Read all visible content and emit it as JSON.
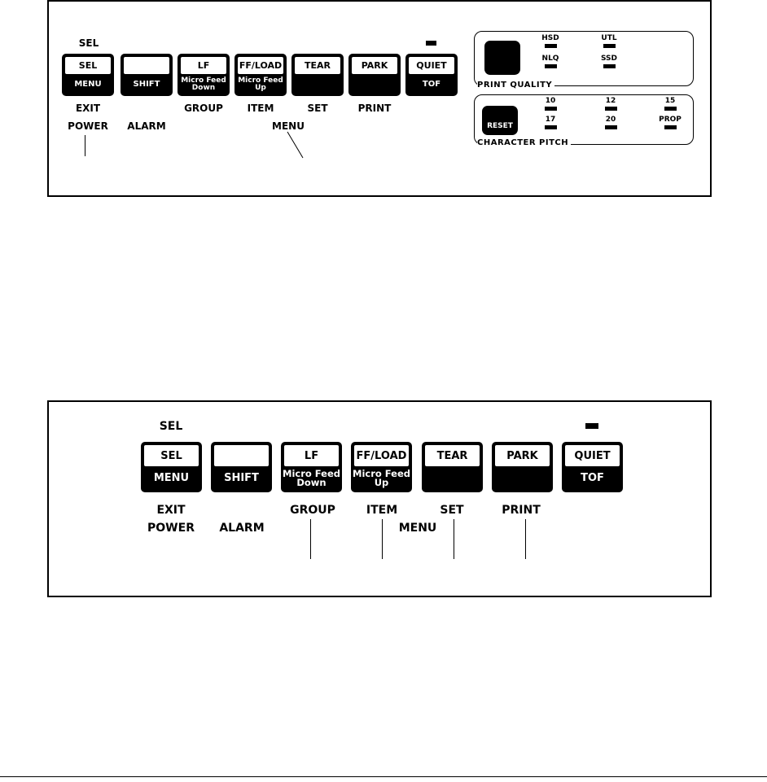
{
  "panel1": {
    "sel_top": "SEL",
    "keys": [
      {
        "top": "SEL",
        "bottom": "MENU"
      },
      {
        "top": "",
        "bottom": "SHIFT"
      },
      {
        "top": "LF",
        "bottom1": "Micro Feed",
        "bottom2": "Down"
      },
      {
        "top": "FF/LOAD",
        "bottom1": "Micro Feed",
        "bottom2": "Up"
      },
      {
        "top": "TEAR",
        "bottom": ""
      },
      {
        "top": "PARK",
        "bottom": ""
      },
      {
        "top": "QUIET",
        "bottom": "TOF"
      }
    ],
    "labels": {
      "exit": "EXIT",
      "power": "POWER",
      "alarm": "ALARM",
      "group": "GROUP",
      "item": "ITEM",
      "set": "SET",
      "print": "PRINT",
      "menu": "MENU"
    },
    "print_quality": {
      "title": "PRINT  QUALITY",
      "hsd": "HSD",
      "utl": "UTL",
      "nlq": "NLQ",
      "ssd": "SSD"
    },
    "character_pitch": {
      "title": "CHARACTER  PITCH",
      "reset": "RESET",
      "p10": "10",
      "p12": "12",
      "p15": "15",
      "p17": "17",
      "p20": "20",
      "prop": "PROP"
    }
  },
  "panel2": {
    "sel_top": "SEL",
    "keys": [
      {
        "top": "SEL",
        "bottom": "MENU"
      },
      {
        "top": "",
        "bottom": "SHIFT"
      },
      {
        "top": "LF",
        "bottom1": "Micro Feed",
        "bottom2": "Down"
      },
      {
        "top": "FF/LOAD",
        "bottom1": "Micro Feed",
        "bottom2": "Up"
      },
      {
        "top": "TEAR",
        "bottom": ""
      },
      {
        "top": "PARK",
        "bottom": ""
      },
      {
        "top": "QUIET",
        "bottom": "TOF"
      }
    ],
    "labels": {
      "exit": "EXIT",
      "power": "POWER",
      "alarm": "ALARM",
      "group": "GROUP",
      "item": "ITEM",
      "set": "SET",
      "print": "PRINT",
      "menu": "MENU"
    }
  }
}
